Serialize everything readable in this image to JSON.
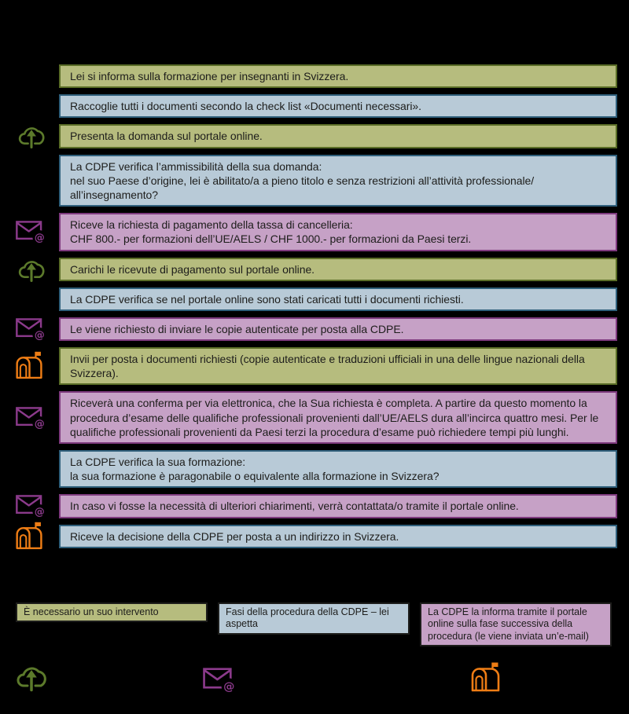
{
  "colors": {
    "background": "#000000",
    "text": "#1d1d1b",
    "green_fill": "#b6bc7e",
    "green_border": "#5a6d27",
    "blue_fill": "#b8cad7",
    "blue_border": "#2f5f7b",
    "purple_fill": "#c6a1c6",
    "purple_border": "#7e3a7e",
    "icon_green": "#5c7a2b",
    "icon_purple": "#8b3a8b",
    "icon_orange": "#ee7d15"
  },
  "icons": {
    "cloud_upload": "cloud-upload-icon",
    "email_at": "email-at-icon",
    "mailbox": "mailbox-icon"
  },
  "steps": [
    {
      "type": "green",
      "icon": "none",
      "text": "Lei si informa sulla formazione per insegnanti in Svizzera."
    },
    {
      "type": "blue",
      "icon": "none",
      "text": "Raccoglie tutti i documenti secondo la check list «Documenti necessari»."
    },
    {
      "type": "green",
      "icon": "cloud-upload",
      "text": "Presenta la domanda sul portale online."
    },
    {
      "type": "blue",
      "icon": "none",
      "text": "La CDPE verifica l’ammissibilità della sua domanda:\nnel suo Paese d’origine, lei è abilitato/a a pieno titolo e senza restrizioni all’attività professionale/\nall’insegnamento?"
    },
    {
      "type": "purple",
      "icon": "email-at",
      "text": "Riceve la richiesta di pagamento della tassa di cancelleria:\nCHF 800.- per formazioni dell’UE/AELS / CHF 1000.- per formazioni da Paesi terzi."
    },
    {
      "type": "green",
      "icon": "cloud-upload",
      "text": "Carichi le ricevute di pagamento sul portale online."
    },
    {
      "type": "blue",
      "icon": "none",
      "text": "La CDPE verifica se nel portale online sono stati caricati tutti i documenti richiesti."
    },
    {
      "type": "purple",
      "icon": "email-at",
      "text": "Le viene richiesto di inviare le copie autenticate per posta alla CDPE."
    },
    {
      "type": "green",
      "icon": "mailbox",
      "text": "Invii per posta i documenti richiesti (copie autenticate e traduzioni ufficiali in una delle lingue nazionali della Svizzera)."
    },
    {
      "type": "purple",
      "icon": "email-at",
      "text": "Riceverà una conferma per via elettronica, che la Sua richiesta è completa. A partire da questo momento la procedura d’esame delle qualifiche professionali provenienti dall’UE/AELS dura all’incirca quattro mesi. Per le qualifiche professionali provenienti da Paesi terzi la procedura d’esame può richiedere tempi più lunghi."
    },
    {
      "type": "blue",
      "icon": "none",
      "text": "La CDPE verifica la sua formazione:\nla sua formazione è paragonabile o equivalente alla formazione in Svizzera?"
    },
    {
      "type": "purple",
      "icon": "email-at",
      "text": "In caso vi fosse la necessità di ulteriori chiarimenti, verrà contattata/o tramite il portale online."
    },
    {
      "type": "blue",
      "icon": "mailbox",
      "text": "Riceve la decisione della CDPE per posta a un indirizzo in Svizzera."
    }
  ],
  "legend": [
    {
      "type": "green",
      "text": "È necessario un suo intervento"
    },
    {
      "type": "blue",
      "text": "Fasi della procedura della CDPE – lei aspetta"
    },
    {
      "type": "purple",
      "text": "La CDPE la informa tramite il portale online sulla fase successiva della procedura (le viene inviata un’e-mail)"
    }
  ],
  "bottom_icons": [
    {
      "name": "cloud-upload-icon"
    },
    {
      "name": "email-at-icon"
    },
    {
      "name": "mailbox-icon"
    }
  ]
}
